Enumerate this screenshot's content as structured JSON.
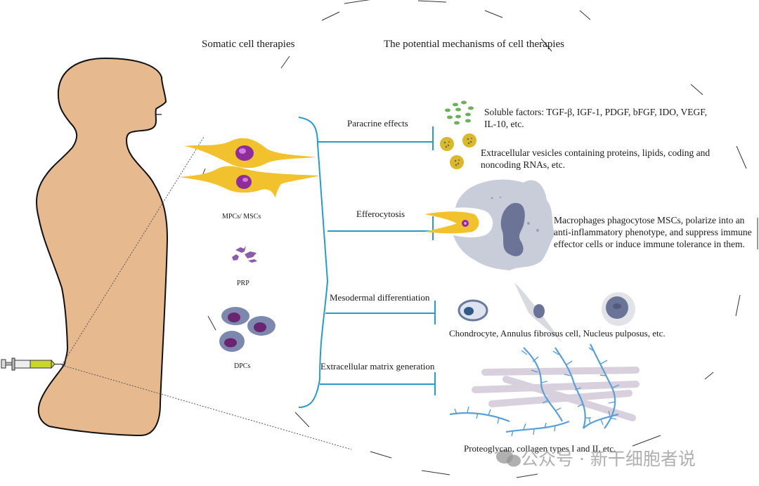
{
  "headers": {
    "somatic": "Somatic cell therapies",
    "mechanisms": "The potential mechanisms of cell therapies"
  },
  "cell_types": [
    {
      "id": "mpcs",
      "label": "MPCs/ MSCs"
    },
    {
      "id": "prp",
      "label": "PRP"
    },
    {
      "id": "dpcs",
      "label": "DPCs"
    }
  ],
  "mechanisms": [
    {
      "id": "paracrine",
      "label": "Paracrine effects"
    },
    {
      "id": "efferocytosis",
      "label": "Efferocytosis"
    },
    {
      "id": "mesodermal",
      "label": "Mesodermal differentiation"
    },
    {
      "id": "ecm",
      "label": "Extracellular matrix generation"
    }
  ],
  "outcomes": {
    "soluble": "Soluble factors: TGF-β, IGF-1, PDGF, bFGF, IDO, VEGF, IL-10, etc.",
    "vesicles": "Extracellular vesicles containing proteins, lipids, coding and noncoding RNAs, etc.",
    "macrophage": "Macrophages phagocytose MSCs, polarize into an anti-inflammatory phenotype, and suppress immune effector cells or induce immune tolerance in them.",
    "cells": "Chondrocyte, Annulus fibrosus cell, Nucleus pulposus, etc.",
    "matrix": "Proteoglycan, collagen types I and II, etc."
  },
  "watermark": "公众号 · 新干细胞者说",
  "colors": {
    "skin": "#E6B98E",
    "bracket": "#2A9BC8",
    "msc": "#F2C12E",
    "nucleus": "#8E2D9A",
    "macrophage": "#C9CDD9",
    "dpc": "#7C88AE",
    "matrix_blue": "#5B9FD6",
    "collagen": "#D8D0DC"
  }
}
